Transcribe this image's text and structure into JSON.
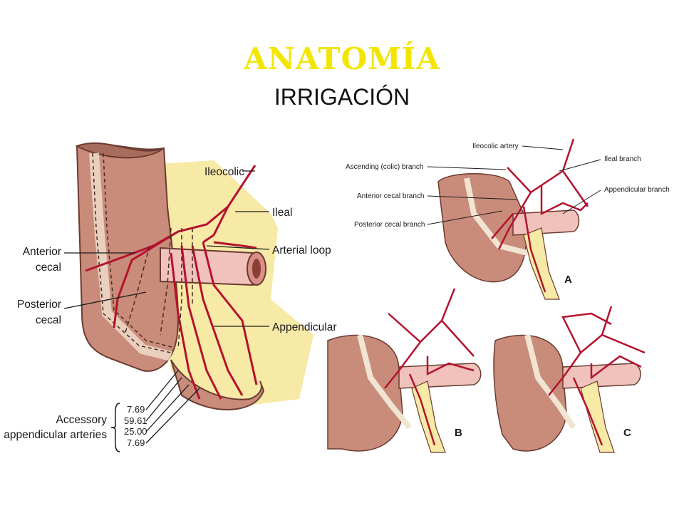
{
  "slide": {
    "title": "ANATOMÍA",
    "subtitle": "IRRIGACIÓN"
  },
  "figure_left": {
    "labels": {
      "ileocolic": "Ileocolic",
      "ileal": "Ileal",
      "arterial_loop": "Arterial loop",
      "anterior_cecal_1": "Anterior",
      "anterior_cecal_2": "cecal",
      "posterior_cecal_1": "Posterior",
      "posterior_cecal_2": "cecal",
      "appendicular": "Appendicular",
      "accessory_1": "Accessory",
      "accessory_2": "appendicular arteries"
    },
    "percentages": [
      "7.69",
      "59.61",
      "25.00",
      "7.69"
    ]
  },
  "figure_right": {
    "labels": {
      "ileocolic_artery": "Ileocolic artery",
      "ascending_branch": "Ascending (colic) branch",
      "ileal_branch": "Ileal branch",
      "anterior_cecal_branch": "Anterior cecal branch",
      "appendicular_branch": "Appendicular branch",
      "posterior_cecal_branch": "Posterior cecal branch"
    },
    "variants": [
      "A",
      "B",
      "C"
    ]
  },
  "colors": {
    "title": "#f2e600",
    "artery": "#b5122e",
    "cecum": "#c98b7a",
    "mesentery": "#f7e9a6"
  }
}
